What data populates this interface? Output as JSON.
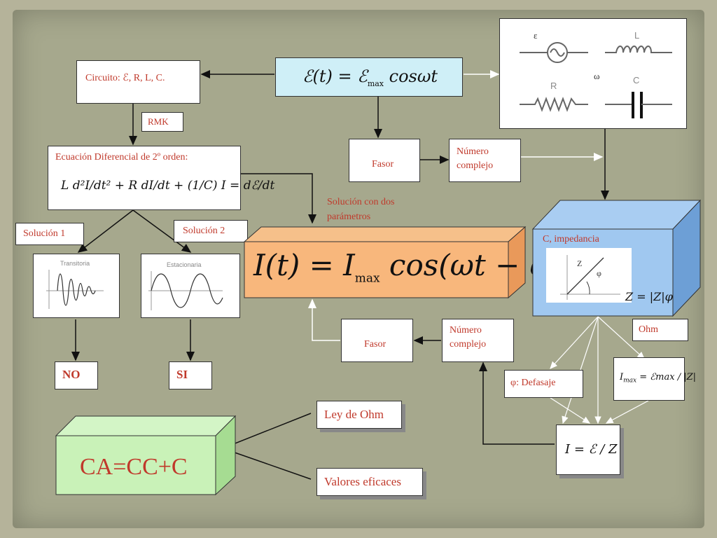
{
  "emf_formula": {
    "lhs": "ℰ(t) = ℰ",
    "sub": "max",
    "rhs": " cosωt"
  },
  "circuit_label": "Circuito: ℰ, R, L, C.",
  "rmk_label": "RMK",
  "ecuacion_label": "Ecuación Diferencial de 2º orden:",
  "ecuacion_formula": "L d²I/dt² + R dI/dt + (1/C) I = dℰ/dt",
  "fasor1": "Fasor",
  "numero_complejo1": "Número complejo",
  "solucion_dos": "Solución con dos parámetros",
  "solucion1": "Solución 1",
  "solucion2": "Solución 2",
  "transitoria": "Transitoria",
  "estacionaria": "Estacionaria",
  "main_formula": {
    "lhs": "I(t) = I",
    "sub": "max",
    "rhs": " cos(ωt − φ)"
  },
  "no_label": "NO",
  "si_label": "SI",
  "fasor2": "Fasor",
  "numero_complejo2": "Número complejo",
  "impedancia_label": "C, impedancia",
  "impedance_formula": "Z = |Z|φ",
  "ohm_label": "Ohm",
  "defasaje_label": "φ: Defasaje",
  "imax_formula": {
    "lhs": "I",
    "sub": "max",
    "rhs": " = ℰmax / |Z|"
  },
  "ohm_formula": "I = ℰ / Z",
  "ley_ohm": "Ley de Ohm",
  "valores_eficaces": "Valores eficaces",
  "ca_cc": "CA=CC+C",
  "circuit_elements": {
    "emf": "ε",
    "inductor": "L",
    "resistor": "R",
    "capacitor": "C",
    "omega": "ω"
  },
  "phasor_diagram": {
    "z": "Z",
    "phi": "φ"
  }
}
